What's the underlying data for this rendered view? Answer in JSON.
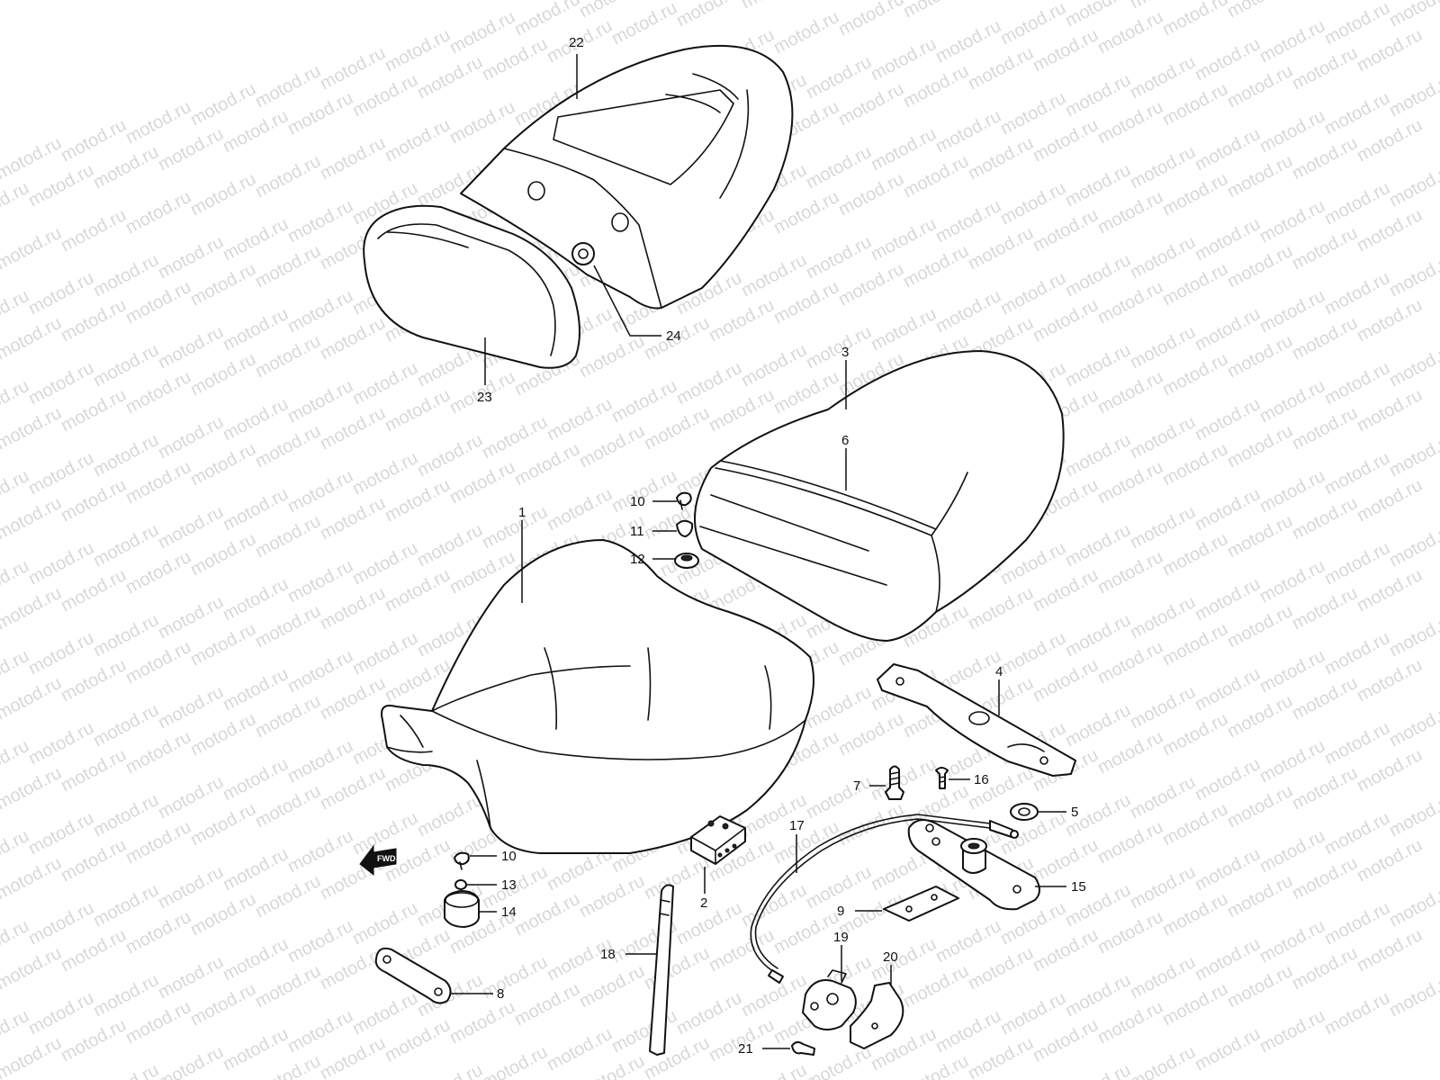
{
  "watermark": {
    "text": "motod.ru"
  },
  "diagram": {
    "fwd_label": "FWD",
    "callouts": {
      "c1": "1",
      "c2": "2",
      "c3": "3",
      "c4": "4",
      "c5": "5",
      "c6": "6",
      "c7": "7",
      "c8": "8",
      "c9": "9",
      "c10a": "10",
      "c10b": "10",
      "c11": "11",
      "c12": "12",
      "c13": "13",
      "c14": "14",
      "c15": "15",
      "c16": "16",
      "c17": "17",
      "c18": "18",
      "c19": "19",
      "c20": "20",
      "c21": "21",
      "c22": "22",
      "c23": "23",
      "c24": "24"
    }
  }
}
